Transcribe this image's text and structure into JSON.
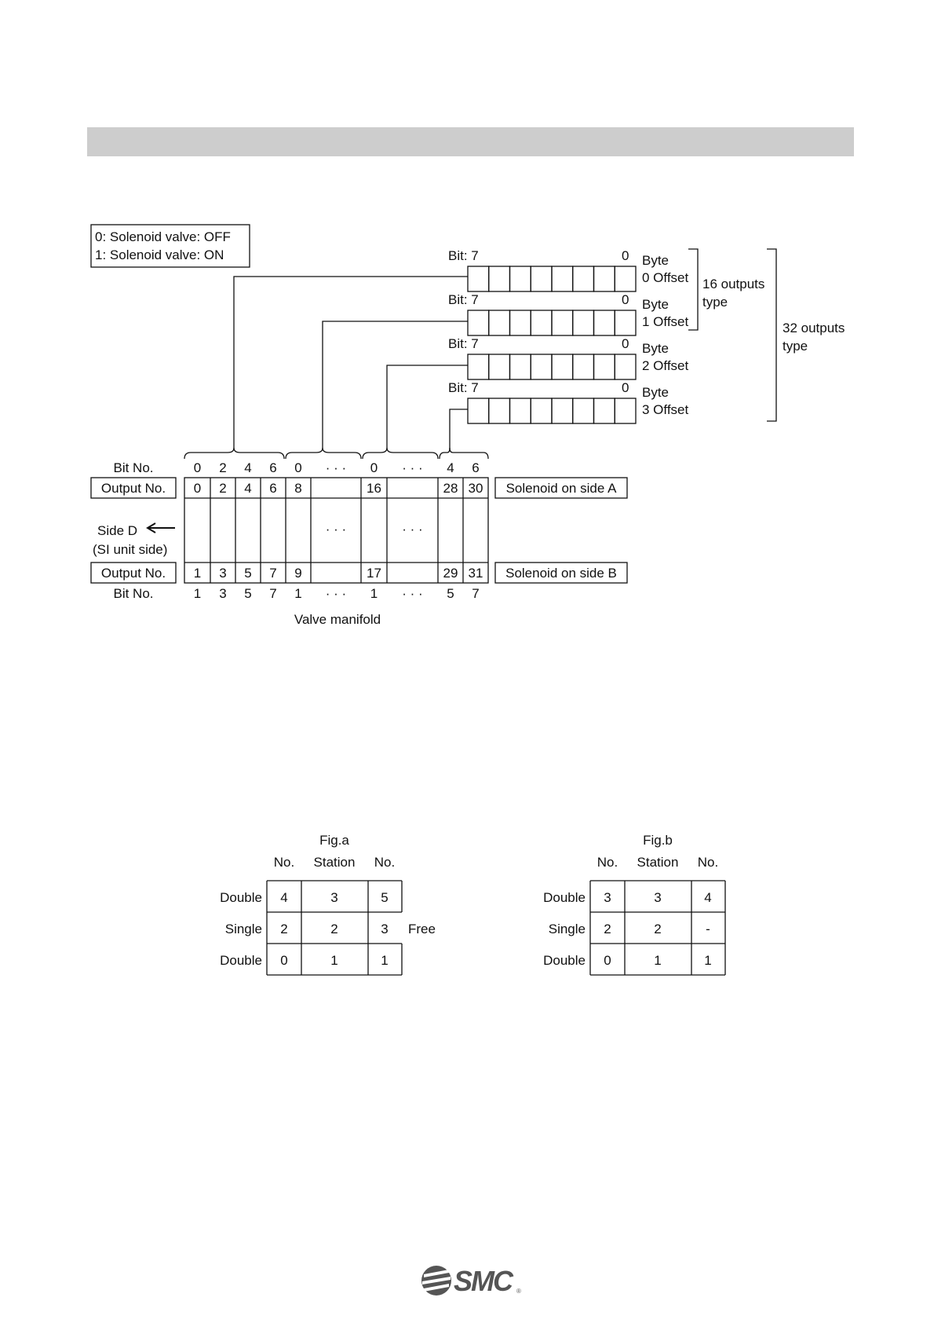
{
  "legend": {
    "line1": "0: Solenoid valve: OFF",
    "line2": "1: Solenoid valve: ON"
  },
  "byte_map": {
    "bit_high_label": "Bit: 7",
    "bit_low_label": "0",
    "bytes": [
      {
        "word": "Byte",
        "offset": "0 Offset"
      },
      {
        "word": "Byte",
        "offset": "1 Offset"
      },
      {
        "word": "Byte",
        "offset": "2 Offset"
      },
      {
        "word": "Byte",
        "offset": "3 Offset"
      }
    ],
    "group16": [
      "16 outputs",
      "type"
    ],
    "group32": [
      "32 outputs",
      "type"
    ]
  },
  "manifold": {
    "bit_no_label": "Bit No.",
    "output_no_label": "Output No.",
    "top_bits": [
      "0",
      "2",
      "4",
      "6",
      "0",
      "· · ·",
      "0",
      "· · ·",
      "4",
      "6"
    ],
    "output_a": [
      "0",
      "2",
      "4",
      "6",
      "8",
      "",
      "16",
      "",
      "28",
      "30"
    ],
    "mid": [
      "",
      "",
      "",
      "",
      "",
      "· · ·",
      "",
      "· · ·",
      "",
      ""
    ],
    "output_b": [
      "1",
      "3",
      "5",
      "7",
      "9",
      "",
      "17",
      "",
      "29",
      "31"
    ],
    "bottom_bits": [
      "1",
      "3",
      "5",
      "7",
      "1",
      "· · ·",
      "1",
      "· · ·",
      "5",
      "7"
    ],
    "side_a_label": "Solenoid on side A",
    "side_b_label": "Solenoid on side B",
    "side_d_label": "Side D",
    "si_unit_label": "(SI unit side)",
    "caption": "Valve manifold"
  },
  "fig_a": {
    "title": "Fig.a",
    "headers": [
      "No.",
      "Station",
      "No."
    ],
    "rows": [
      {
        "type": "Double",
        "a": "4",
        "station": "3",
        "b": "5",
        "note": ""
      },
      {
        "type": "Single",
        "a": "2",
        "station": "2",
        "b": "3",
        "note": "Free"
      },
      {
        "type": "Double",
        "a": "0",
        "station": "1",
        "b": "1",
        "note": ""
      }
    ]
  },
  "fig_b": {
    "title": "Fig.b",
    "headers": [
      "No.",
      "Station",
      "No."
    ],
    "rows": [
      {
        "type": "Double",
        "a": "3",
        "station": "3",
        "b": "4",
        "note": ""
      },
      {
        "type": "Single",
        "a": "2",
        "station": "2",
        "b": "-",
        "note": ""
      },
      {
        "type": "Double",
        "a": "0",
        "station": "1",
        "b": "1",
        "note": ""
      }
    ]
  },
  "footer": {
    "logo_text": "SMC",
    "logo_reg": "®"
  }
}
